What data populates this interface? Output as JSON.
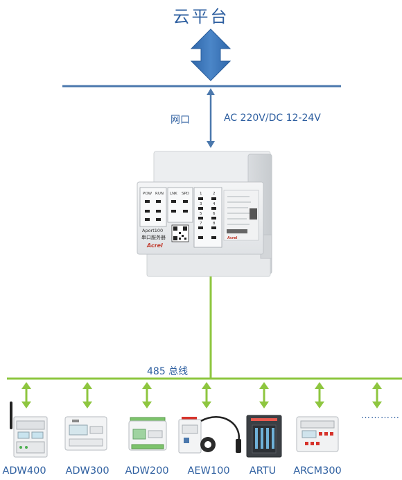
{
  "title": "云平台",
  "network_label": "网口",
  "power_label": "AC 220V/DC 12-24V",
  "bus_label": "485 总线",
  "server": {
    "model": "Aport100",
    "name": "串口服务器",
    "brand": "Acrel",
    "led_pow": "POW",
    "led_run": "RUN",
    "led_lnk": "LNK",
    "led_spd": "SPD",
    "port_numbers": [
      "1",
      "2",
      "3",
      "4",
      "5",
      "6",
      "7",
      "8"
    ]
  },
  "devices": [
    {
      "label": "ADW400"
    },
    {
      "label": "ADW300"
    },
    {
      "label": "ADW200"
    },
    {
      "label": "AEW100"
    },
    {
      "label": "ARTU"
    },
    {
      "label": "ARCM300"
    }
  ],
  "more_devices": "…………",
  "colors": {
    "cloud_arrow": "#3f79b9",
    "network_line": "#4b78ad",
    "bus_line": "#8ec63f",
    "text": "#2e5fa0"
  }
}
